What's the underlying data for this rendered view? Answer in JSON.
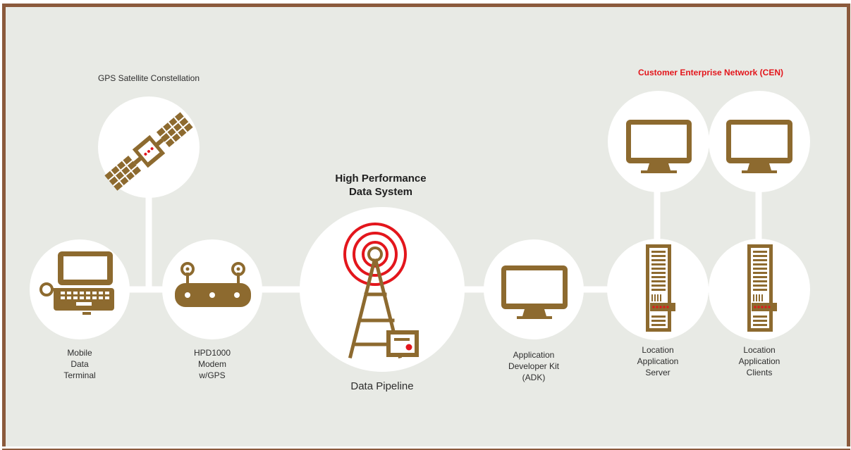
{
  "labels": {
    "gps": "GPS Satellite Constellation",
    "hpds_line1": "High Performance",
    "hpds_line2": "Data System",
    "cen": "Customer Enterprise Network (CEN)",
    "mdt": [
      "Mobile",
      "Data",
      "Terminal"
    ],
    "modem": [
      "HPD1000",
      "Modem",
      "w/GPS"
    ],
    "pipeline": "Data Pipeline",
    "adk": [
      "Application",
      "Developer Kit",
      "(ADK)"
    ],
    "las": [
      "Location",
      "Application",
      "Server"
    ],
    "lac": [
      "Location",
      "Application",
      "Clients"
    ]
  },
  "colors": {
    "brown": "#8d6a2f",
    "red": "#e3161c",
    "frame": "#8b5a3c",
    "background": "#e8eae5",
    "circle": "#ffffff"
  },
  "icons": {
    "gps": "satellite-icon",
    "mdt": "laptop-icon",
    "modem": "modem-icon",
    "pipeline": "radio-tower-icon",
    "adk": "monitor-icon",
    "cen_monitors": "monitor-icon",
    "las": "server-rack-icon",
    "lac": "server-rack-icon"
  }
}
